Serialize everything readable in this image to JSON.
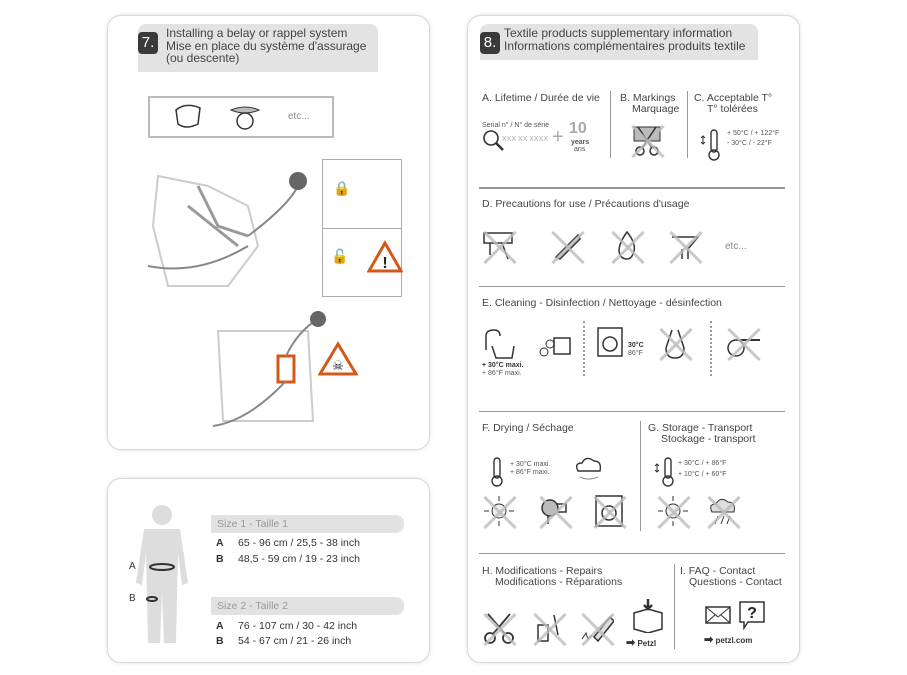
{
  "section7": {
    "number": "7.",
    "title_en": "Installing a belay or rappel system",
    "title_fr": "Mise en place du système d'assurage",
    "title_fr2": "(ou descente)",
    "devices_etc": "etc..."
  },
  "sizes": {
    "a_label": "A",
    "b_label": "B",
    "groups": [
      {
        "title": "Size 1 - Taille 1",
        "rows": [
          {
            "k": "A",
            "v": "65 - 96 cm  /  25,5 - 38 inch"
          },
          {
            "k": "B",
            "v": "48,5 - 59 cm  /  19 - 23 inch"
          }
        ]
      },
      {
        "title": "Size 2 - Taille 2",
        "rows": [
          {
            "k": "A",
            "v": "76 - 107 cm  /  30 - 42 inch"
          },
          {
            "k": "B",
            "v": "54 - 67 cm  /  21 - 26 inch"
          }
        ]
      }
    ]
  },
  "section8": {
    "number": "8.",
    "title_en": "Textile products supplementary information",
    "title_fr": "Informations complémentaires produits textile",
    "A": {
      "title": "A. Lifetime / Durée de vie",
      "serial": "Serial n° / N° de série",
      "serial_value": "XXX XX XXXX",
      "years": "10",
      "years_en": "years",
      "years_fr": "ans"
    },
    "B": {
      "title1": "B. Markings",
      "title2": "Marquage"
    },
    "C": {
      "title1": "C. Acceptable T°",
      "title2": "T° tolérées",
      "max": "+ 50°C / + 122°F",
      "min": "- 30°C / - 22°F"
    },
    "D": {
      "title": "D. Precautions for use / Précautions d'usage",
      "etc": "etc..."
    },
    "E": {
      "title": "E. Cleaning - Disinfection / Nettoyage - désinfection",
      "temp1": "+ 30°C maxi.",
      "temp2": "+ 86°F maxi.",
      "wash1": "30°C",
      "wash2": "86°F"
    },
    "F": {
      "title": "F. Drying / Séchage",
      "temp1": "+ 30°C maxi.",
      "temp2": "+ 86°F maxi."
    },
    "G": {
      "title1": "G. Storage - Transport",
      "title2": "Stockage - transport",
      "max": "+ 30°C / + 86°F",
      "min": "+ 10°C / + 60°F"
    },
    "H": {
      "title1": "H. Modifications - Repairs",
      "title2": "Modifications - Réparations",
      "petzl": "Petzl"
    },
    "I": {
      "title1": "I. FAQ - Contact",
      "title2": "Questions - Contact",
      "site": "petzl.com"
    }
  },
  "colors": {
    "warning": "#d4581a",
    "header": "#e3e3e3",
    "dark": "#3a3a3a"
  }
}
